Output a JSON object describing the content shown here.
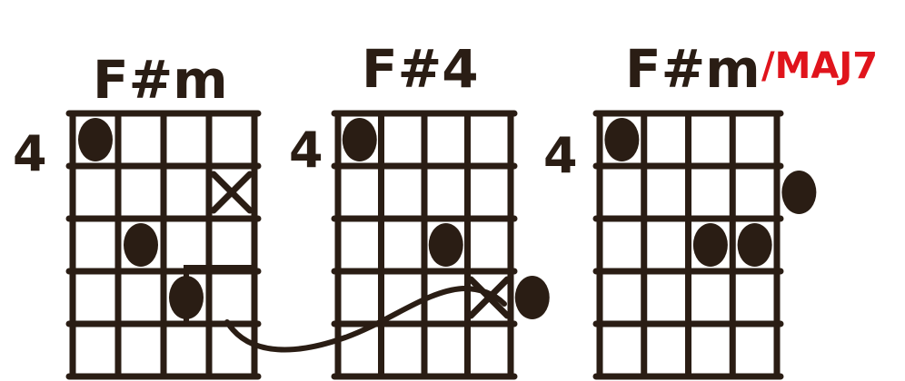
{
  "colors": {
    "ink": "#2a1d14",
    "annotation": "#e0141c",
    "paper": "#ffffff"
  },
  "chords": [
    {
      "title": "F#m",
      "annotation": "",
      "fret_label": "4",
      "strings": 5,
      "frets": 5,
      "dots": [
        {
          "string": 1,
          "fret": 1
        },
        {
          "string": 2,
          "fret": 3
        },
        {
          "string": 3,
          "fret": 4
        }
      ],
      "muted": [
        {
          "string": 4,
          "fret": 2
        }
      ]
    },
    {
      "title": "F#4",
      "annotation": "",
      "fret_label": "4",
      "strings": 5,
      "frets": 5,
      "dots": [
        {
          "string": 1,
          "fret": 1
        },
        {
          "string": 3,
          "fret": 3
        },
        {
          "string": 5,
          "fret": 4
        }
      ],
      "muted": [
        {
          "string": 4,
          "fret": 4
        }
      ]
    },
    {
      "title": "F#m",
      "annotation": "/MAJ7",
      "fret_label": "4",
      "strings": 5,
      "frets": 5,
      "dots": [
        {
          "string": 1,
          "fret": 1
        },
        {
          "string": 5,
          "fret": 2
        },
        {
          "string": 3,
          "fret": 3
        },
        {
          "string": 4,
          "fret": 3
        }
      ],
      "muted": []
    }
  ]
}
